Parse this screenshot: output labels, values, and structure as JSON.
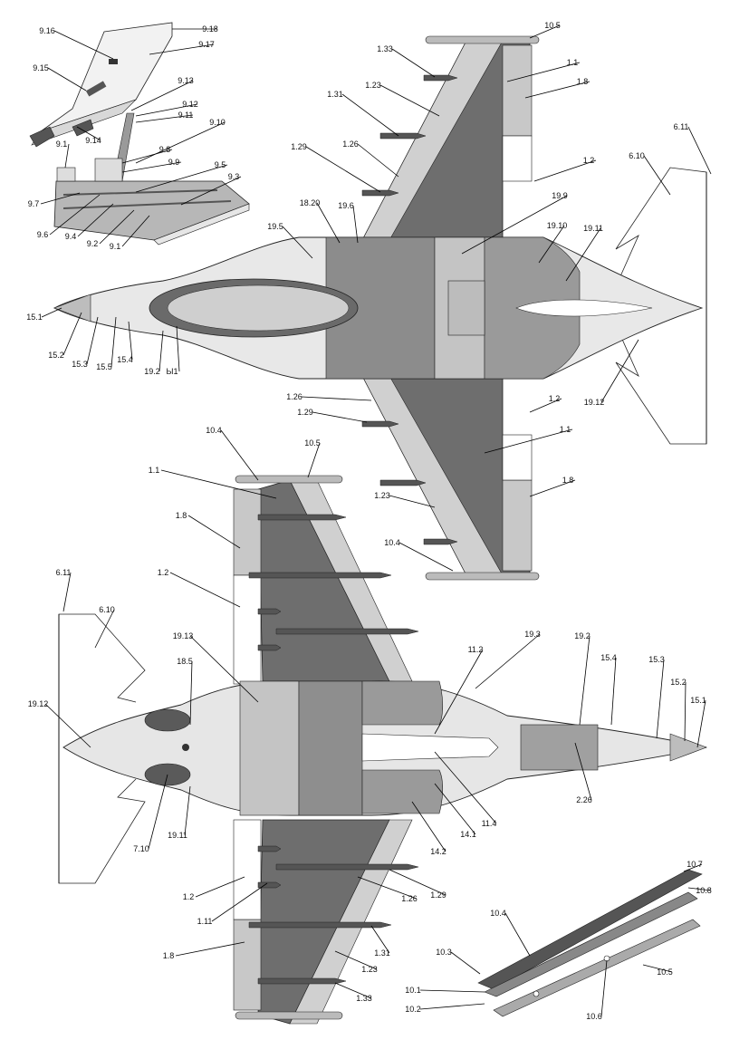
{
  "sheet": {
    "colors": {
      "wing_dark": "#6e6e6e",
      "wing_light": "#c8c8c8",
      "fuselage_light": "#e8e8e8",
      "fuselage_mid": "#a9a9a9",
      "fuselage_dark": "#5a5a5a",
      "outline": "#222222"
    },
    "views": [
      "top-view",
      "bottom-view",
      "flap-detail",
      "pylon-detail"
    ]
  },
  "labels": [
    "9.16",
    "9.18",
    "9.17",
    "9.15",
    "9.13",
    "9.12",
    "9.11",
    "9.14",
    "9.10",
    "9.1",
    "9.8",
    "9.9",
    "9.5",
    "9.3",
    "9.7",
    "9.6",
    "9.4",
    "9.2",
    "9.1",
    "10.5",
    "1.33",
    "1.1",
    "1.8",
    "1.23",
    "1.31",
    "1.26",
    "1.2",
    "1.29",
    "6.11",
    "6.10",
    "19.9",
    "18.20",
    "19.6",
    "19.5",
    "19.10",
    "19.11",
    "15.1",
    "15.2",
    "15.3",
    "15.5",
    "15.4",
    "19.2",
    "Ы1",
    "1.26",
    "1.29",
    "1.2",
    "19.12",
    "1.1",
    "1.23",
    "1.8",
    "10.4",
    "10.4",
    "10.5",
    "1.1",
    "1.8",
    "1.2",
    "6.11",
    "6.10",
    "19.13",
    "18.5",
    "19.12",
    "11.2",
    "19.3",
    "19.2",
    "15.4",
    "15.3",
    "15.2",
    "15.1",
    "2.26",
    "11.4",
    "14.1",
    "14.2",
    "7.10",
    "19.11",
    "1.2",
    "1.11",
    "1.26",
    "1.29",
    "1.8",
    "1.31",
    "1.23",
    "1.33",
    "10.7",
    "10.8",
    "10.4",
    "10.3",
    "10.5",
    "10.1",
    "10.2",
    "10.6"
  ]
}
